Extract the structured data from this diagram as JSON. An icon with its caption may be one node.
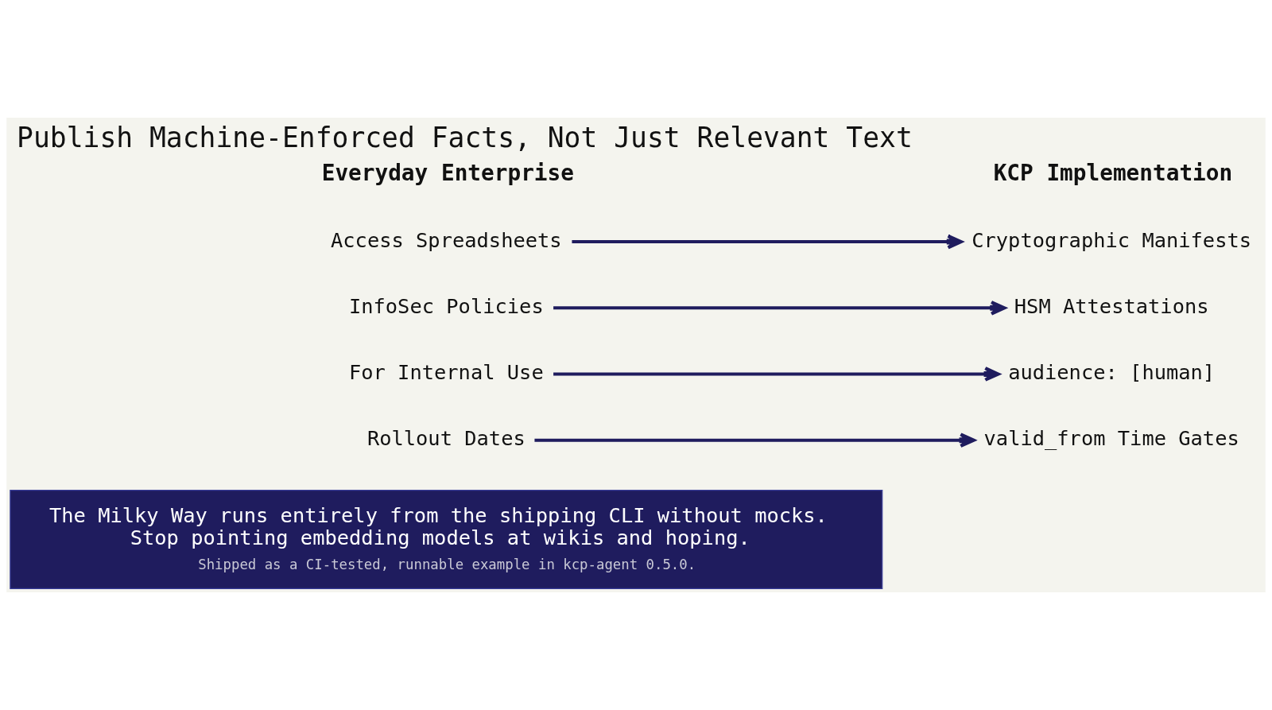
{
  "diagram": {
    "title": "Publish Machine-Enforced Facts, Not Just Relevant Text",
    "nodes": [
      {
        "text": [
          "Access Spreadsheets"
        ]
      },
      {
        "text": [
          "InfoSec Policies"
        ]
      },
      {
        "text": [
          "For Internal Use"
        ]
      },
      {
        "text": [
          "Rollout Dates"
        ]
      },
      {
        "text": [
          "Cryptographic Manifests"
        ]
      },
      {
        "text": [
          "HSM Attestations"
        ]
      },
      {
        "text": [
          "audience: [human]"
        ]
      },
      {
        "text": [
          "valid_from Time Gates"
        ]
      },
      {
        "text": [
          "The Milky Way runs entirely from the shipping CLI without mocks. Stop pointing embedding models at wikis and hoping.",
          "Shipped as a CI-tested, runnable example in kcp-agent 0.5.0."
        ]
      }
    ],
    "edges": [
      {
        "from": 0,
        "to": 4,
        "arrow": "to"
      },
      {
        "from": 1,
        "to": 5,
        "arrow": "to"
      },
      {
        "from": 2,
        "to": 6,
        "arrow": "to"
      },
      {
        "from": 3,
        "to": 7,
        "arrow": "to"
      }
    ],
    "labels": [
      "Everyday Enterprise",
      "KCP Implementation"
    ]
  }
}
